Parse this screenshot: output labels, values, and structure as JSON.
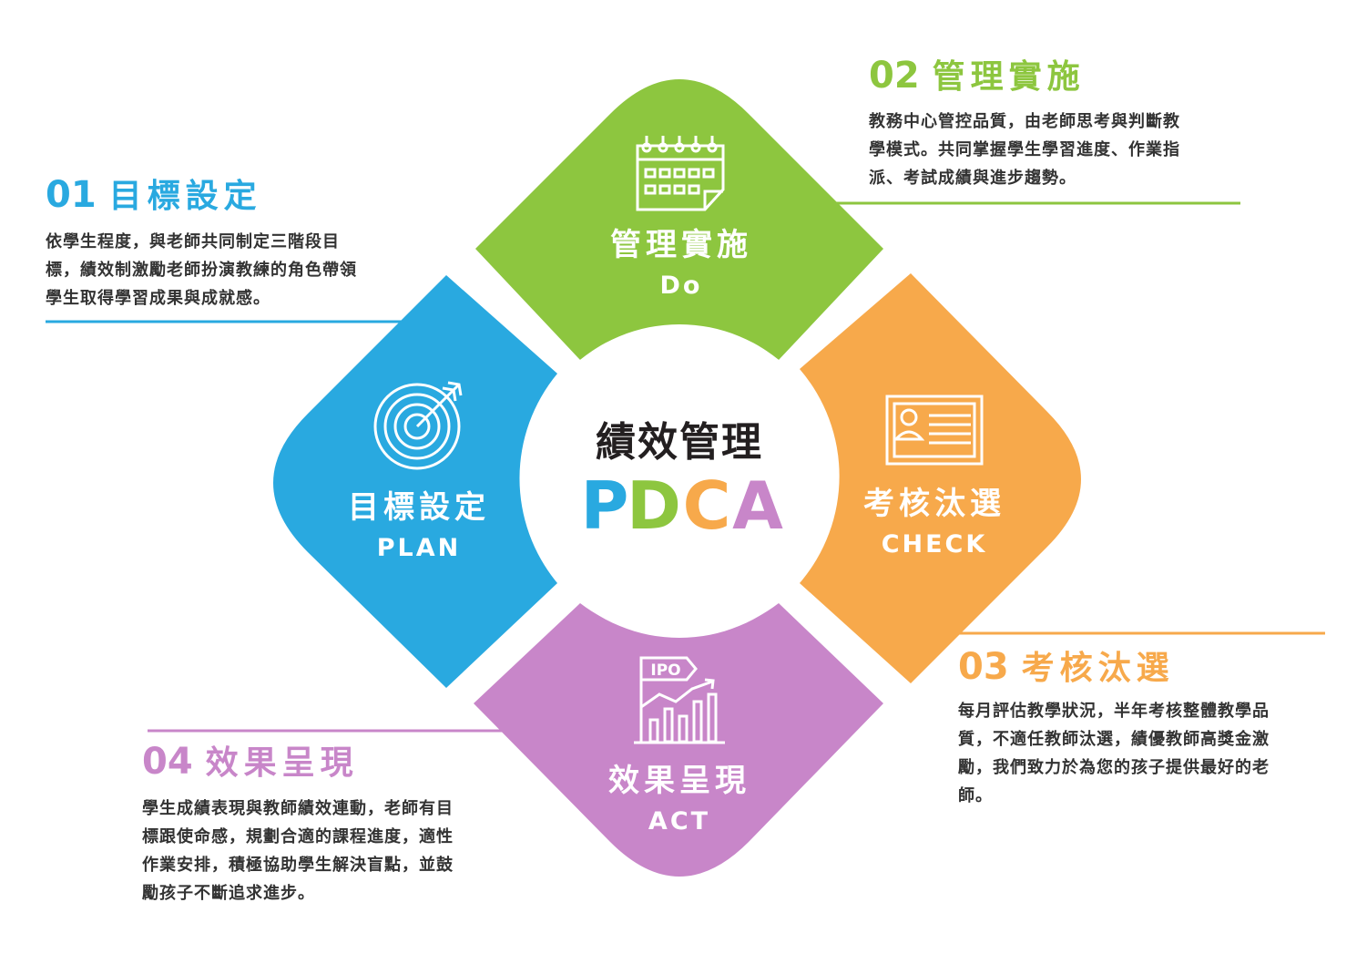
{
  "colors": {
    "blue": "#29a9e0",
    "green": "#8dc63f",
    "orange": "#f7a94b",
    "purple": "#c886c9",
    "text": "#333333"
  },
  "center": {
    "title": "績效管理",
    "letters": [
      "P",
      "D",
      "C",
      "A"
    ]
  },
  "petals": {
    "plan": {
      "title": "目標設定",
      "sub": "PLAN",
      "icon": "target-icon"
    },
    "do": {
      "title": "管理實施",
      "sub": "Do",
      "icon": "calendar-icon"
    },
    "check": {
      "title": "考核汰選",
      "sub": "CHECK",
      "icon": "id-card-icon"
    },
    "act": {
      "title": "效果呈現",
      "sub": "ACT",
      "icon": "ipo-growth-chart-icon",
      "icon_label": "IPO"
    }
  },
  "callouts": {
    "plan": {
      "num": "01",
      "title": "目標設定",
      "text": "依學生程度，與老師共同制定三階段目\n標，績效制激勵老師扮演教練的角色帶領\n學生取得學習成果與成就感。"
    },
    "do": {
      "num": "02",
      "title": "管理實施",
      "text": "教務中心管控品質，由老師思考與判斷教\n學模式。共同掌握學生學習進度、作業指\n派、考試成績與進步趨勢。"
    },
    "check": {
      "num": "03",
      "title": "考核汰選",
      "text": "每月評估教學狀況，半年考核整體教學品\n質，不適任教師汰選，績優教師高獎金激\n勵，我們致力於為您的孩子提供最好的老\n師。"
    },
    "act": {
      "num": "04",
      "title": "效果呈現",
      "text": "學生成績表現與教師績效連動，老師有目\n標跟使命感，規劃合適的課程進度，適性\n作業安排，積極協助學生解決盲點，並鼓\n勵孩子不斷追求進步。"
    }
  }
}
